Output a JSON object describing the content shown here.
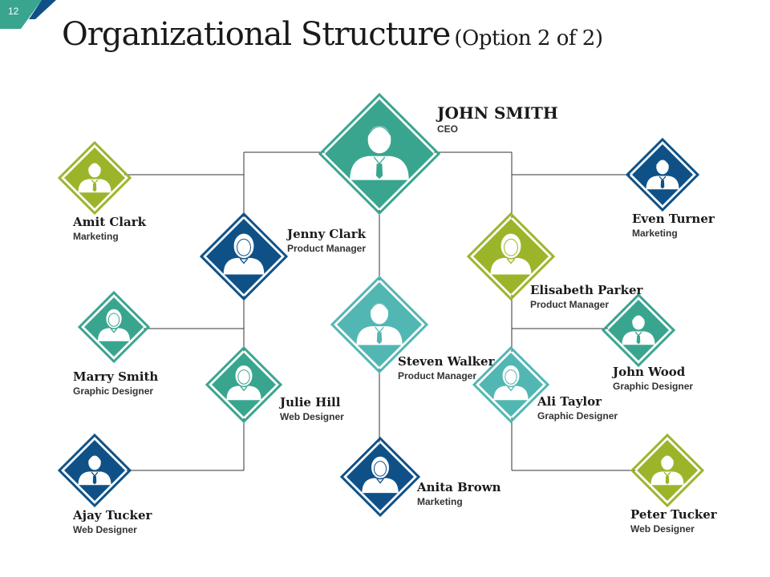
{
  "slide_number": "12",
  "title": {
    "main": "Organizational Structure",
    "sub": "(Option 2 of 2)"
  },
  "colors": {
    "teal": "#3aa58f",
    "navy": "#0f5187",
    "lime": "#9bb52b",
    "aqua": "#52b7b3",
    "line": "#333333"
  },
  "people": {
    "ceo": {
      "name": "JOHN SMITH",
      "role": "CEO",
      "color": "#3aa58f",
      "gender": "male"
    },
    "amit": {
      "name": "Amit Clark",
      "role": "Marketing",
      "color": "#9bb52b",
      "gender": "male"
    },
    "jenny": {
      "name": "Jenny Clark",
      "role": "Product Manager",
      "color": "#0f5187",
      "gender": "female"
    },
    "marry": {
      "name": "Marry Smith",
      "role": "Graphic Designer",
      "color": "#3aa58f",
      "gender": "female"
    },
    "julie": {
      "name": "Julie Hill",
      "role": "Web Designer",
      "color": "#3aa58f",
      "gender": "female"
    },
    "ajay": {
      "name": "Ajay Tucker",
      "role": "Web Designer",
      "color": "#0f5187",
      "gender": "male"
    },
    "steven": {
      "name": "Steven Walker",
      "role": "Product Manager",
      "color": "#52b7b3",
      "gender": "male"
    },
    "anita": {
      "name": "Anita Brown",
      "role": "Marketing",
      "color": "#0f5187",
      "gender": "female"
    },
    "even": {
      "name": "Even Turner",
      "role": "Marketing",
      "color": "#0f5187",
      "gender": "male"
    },
    "elisabeth": {
      "name": "Elisabeth Parker",
      "role": "Product Manager",
      "color": "#9bb52b",
      "gender": "female"
    },
    "john": {
      "name": "John Wood",
      "role": "Graphic Designer",
      "color": "#3aa58f",
      "gender": "male"
    },
    "ali": {
      "name": "Ali Taylor",
      "role": "Graphic Designer",
      "color": "#52b7b3",
      "gender": "female"
    },
    "peter": {
      "name": "Peter Tucker",
      "role": "Web Designer",
      "color": "#9bb52b",
      "gender": "male"
    }
  }
}
